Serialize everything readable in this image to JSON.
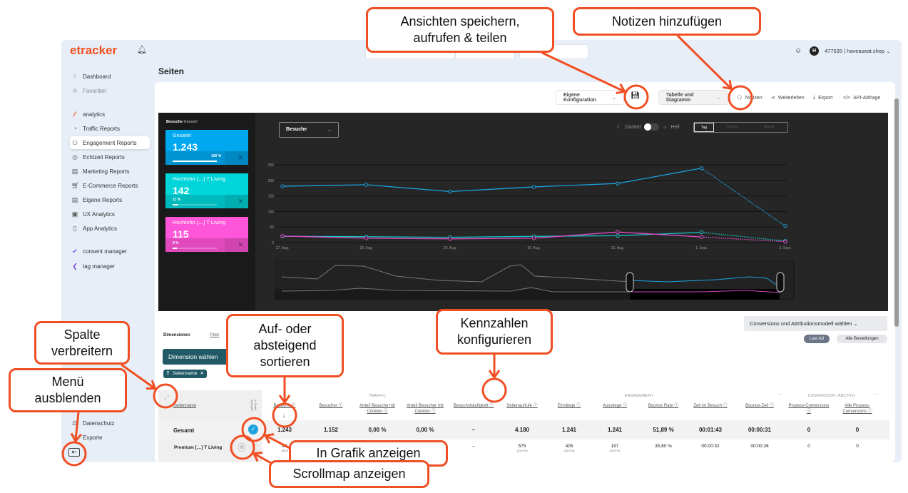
{
  "app": {
    "logo": "etracker",
    "page_title": "Seiten",
    "account": "477535 | haveaseat.shop",
    "avatar": "H"
  },
  "sidebar": {
    "items": [
      {
        "label": "Dashboard",
        "icon": "dashboard-icon"
      },
      {
        "label": "Favoriten",
        "icon": "star-icon"
      },
      {
        "label": "analytics",
        "icon": "analytics-logo-icon"
      },
      {
        "label": "Traffic Reports",
        "icon": "traffic-icon"
      },
      {
        "label": "Engagement Reports",
        "icon": "users-icon",
        "active": true
      },
      {
        "label": "Echtzeit Reports",
        "icon": "realtime-icon"
      },
      {
        "label": "Marketing Reports",
        "icon": "document-icon"
      },
      {
        "label": "E-Commerce Reports",
        "icon": "cart-icon"
      },
      {
        "label": "Eigene Reports",
        "icon": "document-icon"
      },
      {
        "label": "UX Analytics",
        "icon": "ux-icon"
      },
      {
        "label": "App Analytics",
        "icon": "phone-icon"
      },
      {
        "label": "consent manager",
        "icon": "consent-icon"
      },
      {
        "label": "tag manager",
        "icon": "tag-icon"
      }
    ],
    "bottom": [
      {
        "label": "Datenschutz"
      },
      {
        "label": "Exporte"
      }
    ]
  },
  "toolbar": {
    "config": "Eigene Konfiguration",
    "view": "Tabelle und Diagramm",
    "notes": "Notizen",
    "share": "Weiterleiten",
    "export": "Export",
    "api": "API-Abfrage"
  },
  "cards": {
    "header_bold": "Besuche",
    "header": "Gesamt",
    "items": [
      {
        "title": "Gesamt",
        "value": "1.243",
        "pct": "100 %",
        "fill": 1.0,
        "color": "#00a8f0"
      },
      {
        "title": "Hochlehn […] T Living",
        "value": "142",
        "pct": "11 %",
        "fill": 0.11,
        "color": "#00d5d9"
      },
      {
        "title": "Hochlehn […] T Living",
        "value": "115",
        "pct": "9 %",
        "fill": 0.09,
        "color": "#ff55d8"
      }
    ]
  },
  "chart_controls": {
    "metric": "Besuche",
    "dark": "Dunkel",
    "light": "Hell",
    "periods": [
      "Tag",
      "Woche",
      "Monat"
    ]
  },
  "chart_data": {
    "type": "line",
    "categories": [
      "27. Aug.",
      "28. Aug.",
      "29. Aug.",
      "30. Aug.",
      "31. Aug.",
      "1. Sept.",
      "2. Sept."
    ],
    "yticks": [
      0,
      50,
      100,
      150,
      200,
      250
    ],
    "ylim": [
      0,
      250
    ],
    "grid": true,
    "series": [
      {
        "values": [
          181,
          186,
          164,
          179,
          190,
          239,
          53
        ],
        "color": "#1aa3e0"
      },
      {
        "values": [
          20,
          19,
          17,
          20,
          22,
          33,
          5
        ],
        "color": "#14c8c8"
      },
      {
        "values": [
          21,
          14,
          12,
          14,
          34,
          18,
          3
        ],
        "color": "#e44ccc"
      }
    ]
  },
  "filters": {
    "dimensions": "Dimensionen",
    "filter": "Filter",
    "choose": "Dimension wählen",
    "chip": "Seitenname",
    "conversions": "Conversions und Attributionsmodell wählen",
    "last_ad": "Last Ad",
    "all_orders": "Alle Bestellungen"
  },
  "table": {
    "groups": [
      "TRAFFIC",
      "ENGAGEMENT",
      "CONVERSION (ARCHIV)"
    ],
    "graph_col": "In Grafik anzeigen",
    "columns": [
      "Seitenname",
      "Besuche",
      "Besucher",
      "Anteil Besuche mit Cookies",
      "Anteil Besucher mit Cookies",
      "Besuchshäufigkeit",
      "Seitenaufrufe",
      "Einstiege",
      "Ausstiege",
      "Bounce Rate",
      "Zeit im Besuch",
      "Bounce-Zeit",
      "Prozess-Conversions",
      "Alle Prozess-Conversions"
    ],
    "rows": [
      {
        "name": "Gesamt",
        "cells": [
          "1.243",
          "1.152",
          "0,00 %",
          "0,00 %",
          "–",
          "4.180",
          "1.241",
          "1.241",
          "51,89 %",
          "00:01:43",
          "00:00:31",
          "0",
          "0"
        ],
        "subs": [
          "",
          "",
          "",
          "",
          "",
          "",
          "",
          "",
          "",
          "",
          "",
          "",
          ""
        ]
      },
      {
        "name": "Premium […] T Living",
        "cells": [
          "44",
          "",
          "",
          "",
          "–",
          "575",
          "405",
          "197",
          "35,80 %",
          "00:00:32",
          "00:00:26",
          "0",
          "0"
        ],
        "subs": [
          "(35,8",
          "",
          "",
          "",
          "",
          "(13,8 %)",
          "(32,6 %)",
          "(15,9 %)",
          "",
          "",
          "",
          "",
          ""
        ]
      }
    ]
  },
  "callouts": [
    "Ansichten speichern, aufrufen & teilen",
    "Notizen hinzufügen",
    "Spalte verbreitern",
    "Menü ausblenden",
    "Auf- oder absteigend sortieren",
    "Kennzahlen konfigurieren",
    "In Grafik anzeigen",
    "Scrollmap anzeigen"
  ],
  "colors": {
    "annotation": "#f04e23",
    "brand": "#f0501e",
    "dimension_button": "#215a66"
  }
}
